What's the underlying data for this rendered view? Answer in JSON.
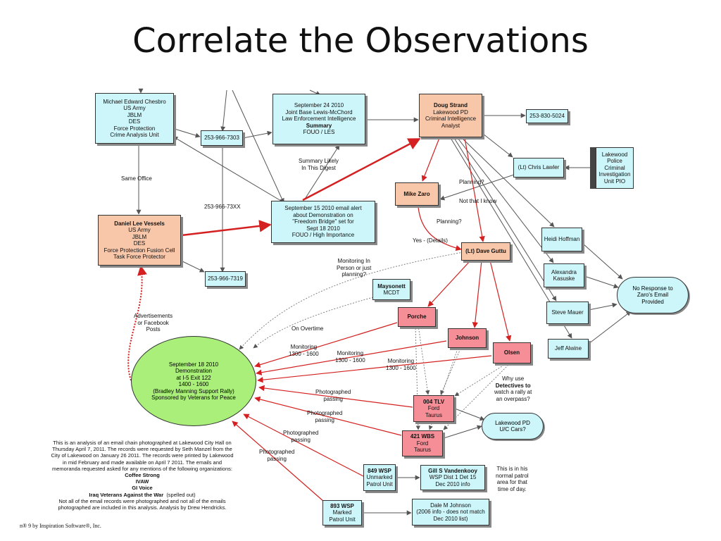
{
  "title": "Correlate the Observations",
  "nodes": {
    "chesbro": [
      "Michael Edward Chesbro",
      "US Army",
      "JBLM",
      "DES",
      "Force Protection",
      "Crime Analysis Unit"
    ],
    "jbl_summary": [
      "September 24 2010",
      "Joint Base Lewis-McChord",
      "Law Enforcement Intelligence",
      "Summary",
      "FOUO / LES"
    ],
    "doug_strand": [
      "Doug Strand",
      "Lakewood PD",
      "Criminal Intelligence",
      "Analyst"
    ],
    "phone_5024": "253-830-5024",
    "phone_7303": "253-966-7303",
    "chris_lawler": "(Lt) Chris Lawler",
    "lakewood_pio": [
      "Lakewood",
      "Police",
      "Criminal",
      "Investigation",
      "Unit PIO"
    ],
    "mike_zaro": "Mike Zaro",
    "email_alert": [
      "September 15 2010 email alert",
      "about Demonstration on",
      "\"Freedom Bridge\" set for",
      "Sept 18 2010",
      "FOUO / High Importance"
    ],
    "vessels": [
      "Daniel Lee Vessels",
      "US Army",
      "JBLM",
      "DES",
      "Force Protection Fusion Cell",
      "Task Force Protector"
    ],
    "phone_7319": "253-966-7319",
    "dave_guttu": "(Lt) Dave Guttu",
    "heidi": "Heidi Hoffman",
    "alexandra": [
      "Alexandra",
      "Kasuske"
    ],
    "steve": "Steve Mauer",
    "jeff": "Jeff Alwine",
    "no_response": [
      "No Response to",
      "Zaro's Email",
      "Provided"
    ],
    "maysonett": [
      "Maysonett",
      "MCDT"
    ],
    "porche": "Porche",
    "johnson": "Johnson",
    "olsen": "Olsen",
    "car_004": [
      "004 TLV",
      "Ford",
      "Taurus"
    ],
    "car_421": [
      "421 WBS",
      "Ford",
      "Taurus"
    ],
    "uc_cars": [
      "Lakewood PD",
      "U/C Cars?"
    ],
    "wsp_849": [
      "849 WSP",
      "Unmarked",
      "Patrol Unit"
    ],
    "vandenkooy": [
      "Gill S Vandenkooy",
      "WSP Dist 1 Det 15",
      "Dec 2010 info"
    ],
    "wsp_893": [
      "893 WSP",
      "Marked",
      "Patrol Unit"
    ],
    "dale": [
      "Dale M Johnson",
      "(2006 info - does not match",
      "Dec 2010 list)"
    ],
    "event": [
      "September 18 2010",
      "Demonstration",
      "at I-5 Exit 122",
      "1400 - 1600",
      "(Bradley Manning Support Rally)",
      "Sponsored by Veterans for Peace"
    ]
  },
  "labels": {
    "same_office": "Same Office",
    "summary_likely": [
      "Summary Likely",
      "In This Digest"
    ],
    "phone_73xx": "253-966-73XX",
    "planning1": "Planning?",
    "not_that": "Not that I know",
    "planning2": "Planning?",
    "yes_details": "Yes - (Details)",
    "monitoring_person": [
      "Monitoring In",
      "Person or just",
      "planning?"
    ],
    "advertisements": [
      "Advertisements",
      "or Facebook",
      "Posts"
    ],
    "on_overtime": "On Overtime",
    "monitoring_a": [
      "Monitoring",
      "1300 - 1600"
    ],
    "monitoring_b": [
      "Monitoring",
      "1300 - 1600"
    ],
    "monitoring_c": [
      "Monitoring",
      "1300 - 1600"
    ],
    "why_detectives": [
      "Why use",
      "Detectives to",
      "watch a rally at",
      "an overpass?"
    ],
    "photographed_1": [
      "Photographed",
      "passing"
    ],
    "photographed_2": [
      "Photographed",
      "passing"
    ],
    "photographed_3": [
      "Photographed",
      "passing"
    ],
    "photographed_4": [
      "Photographed",
      "passing"
    ],
    "normal_patrol": [
      "This is in his",
      "normal patrol",
      "area for that",
      "time of day."
    ]
  },
  "analysis_note": [
    "This is an analysis of an email chain photographed at Lakewood City Hall on",
    "Thursday April 7, 2011.  The records were requested by Seth Manzel from the",
    "City of Lakewood on January 26 2011.  The records were printed by Lakewood",
    "in mid February and made available on April 7 2011.  The emails and",
    "memoranda requested asked for any mentions of the following organizations:",
    "Coffee Strong",
    "IVAW",
    "GI Voice",
    "Iraq Veterans Against the War",
    "(spelled out)",
    "Not all of the email records were photographed and not all of the emails",
    "photographed are included in this analysis.  Analysis by Drew Hendricks."
  ],
  "footer": "n® 9 by Inspiration Software®, Inc.",
  "colors": {
    "node_cyan": "#cdf6fa",
    "node_peach": "#f8c6a8",
    "node_pink": "#f58e96",
    "event_green": "#a9ef79",
    "arrow_red": "#d42020",
    "arrow_gray": "#555555"
  }
}
